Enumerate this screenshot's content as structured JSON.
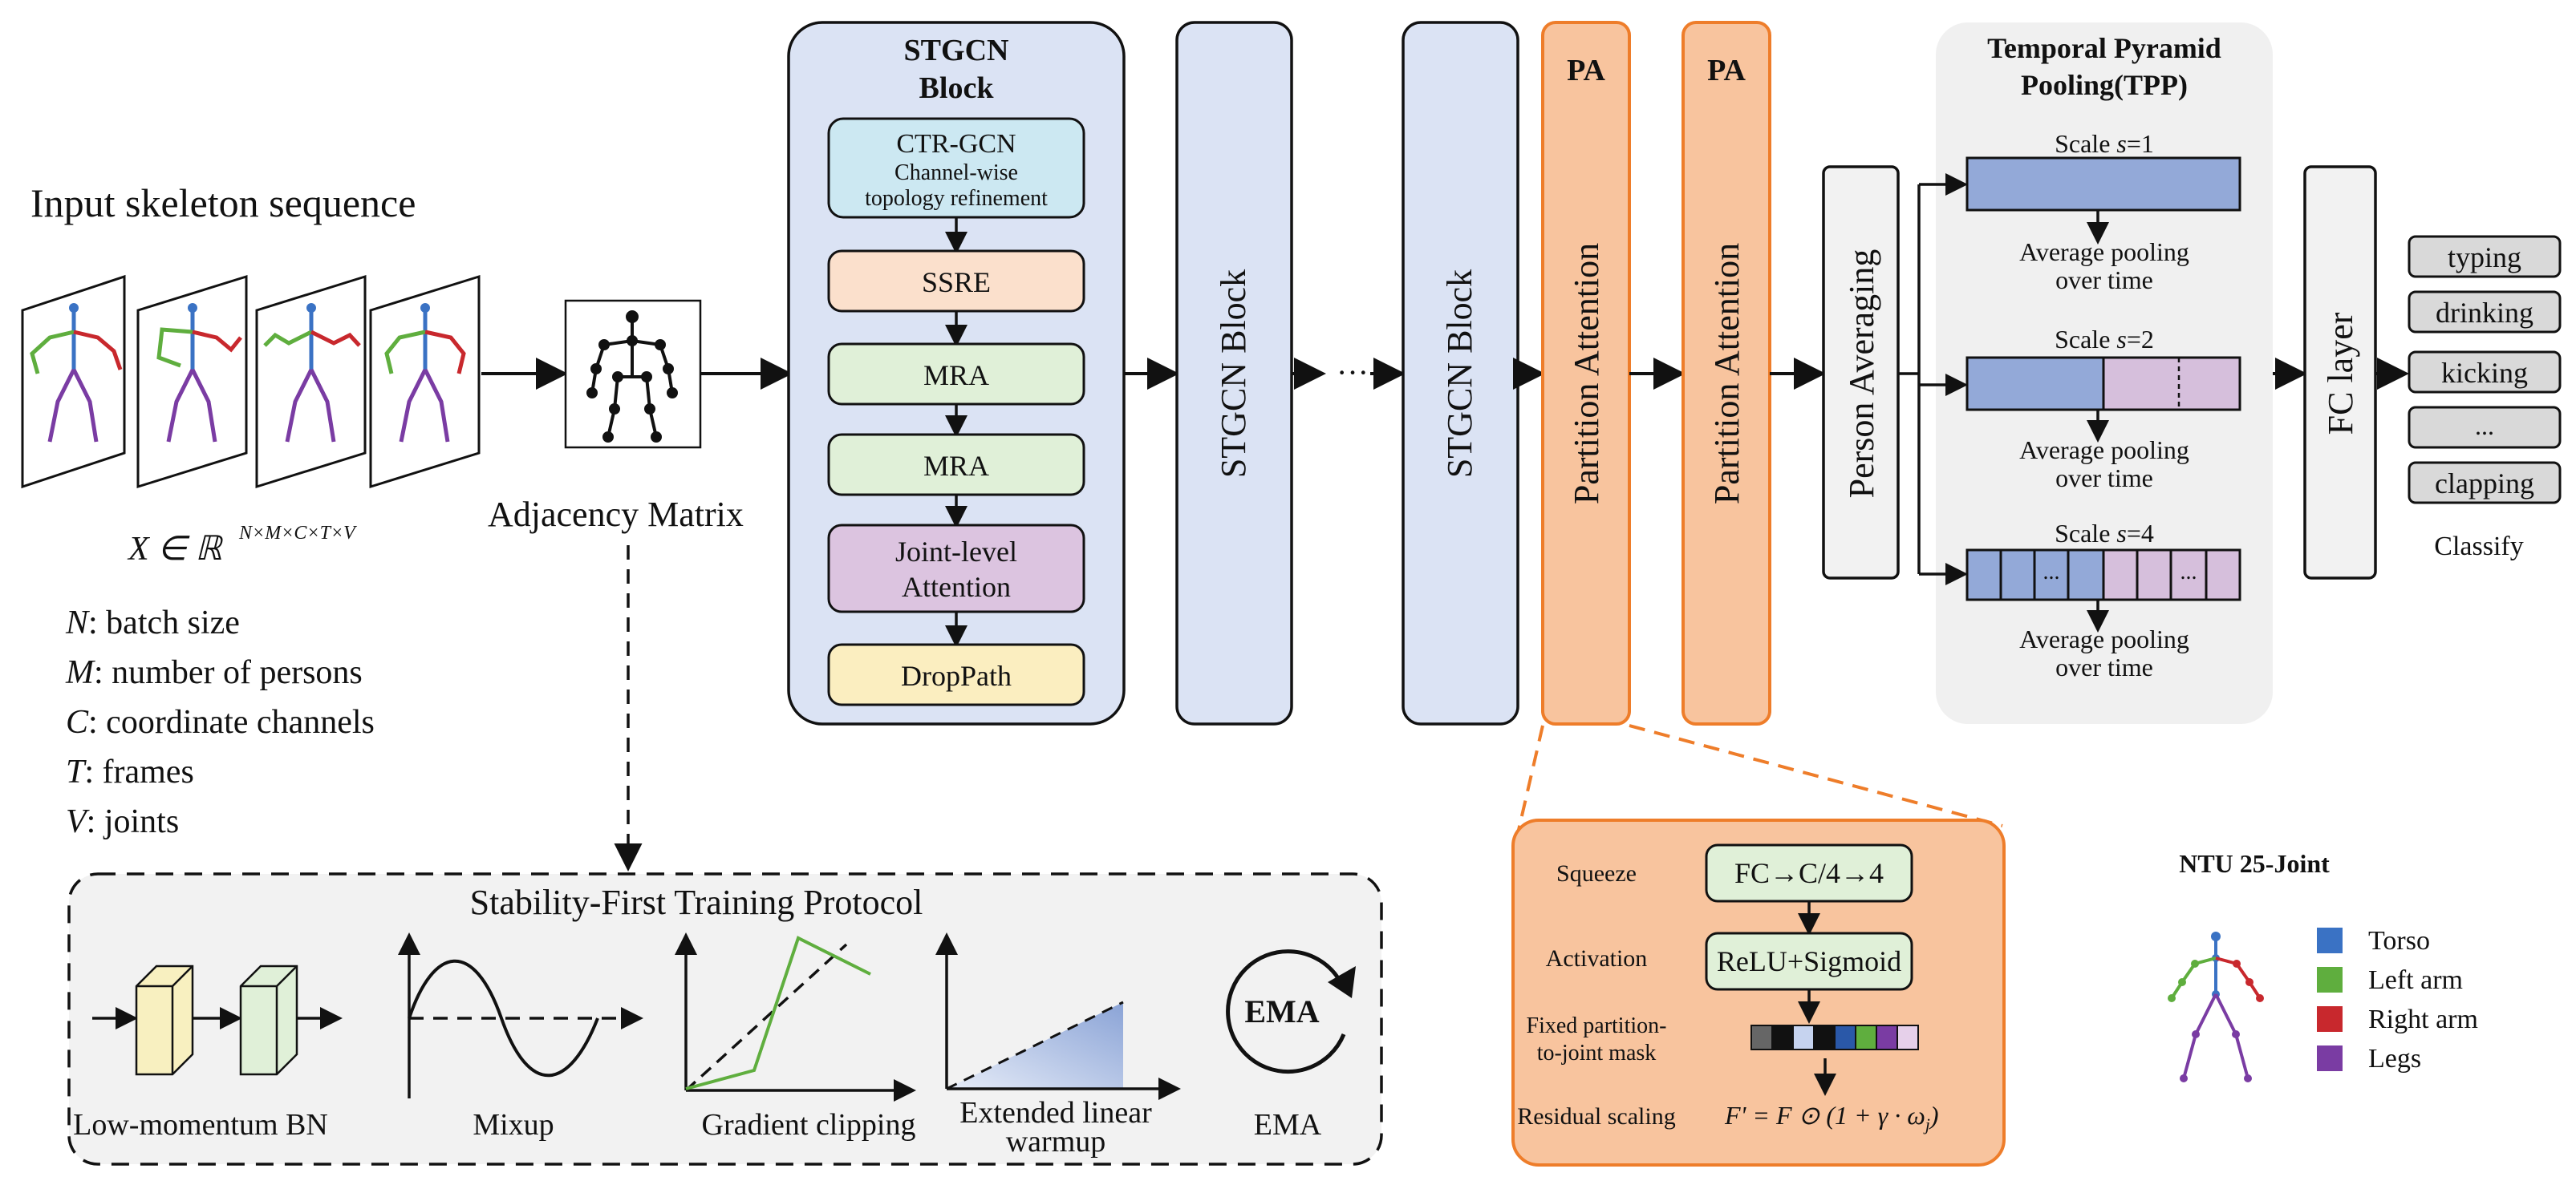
{
  "input": {
    "title": "Input skeleton sequence",
    "formula": "X ∈ ℝ",
    "formula_sup": "N×M×C×T×V",
    "legend": [
      {
        "key": "N",
        "desc": ": batch size"
      },
      {
        "key": "M",
        "desc": ": number of persons"
      },
      {
        "key": "C",
        "desc": ": coordinate channels"
      },
      {
        "key": "T",
        "desc": ": frames"
      },
      {
        "key": "V",
        "desc": ": joints"
      }
    ],
    "adjacency_label": "Adjacency Matrix"
  },
  "stgcn_block": {
    "title_line1": "STGCN",
    "title_line2": "Block",
    "modules": [
      {
        "line1": "CTR-GCN",
        "line2": "Channel-wise",
        "line3": "topology refinement",
        "color": "#cce8f2"
      },
      {
        "line1": "SSRE",
        "color": "#fbe0cc"
      },
      {
        "line1": "MRA",
        "color": "#e0f0d8"
      },
      {
        "line1": "MRA",
        "color": "#e0f0d8"
      },
      {
        "line1": "Joint-level",
        "line2": "Attention",
        "color": "#dcc4e0"
      },
      {
        "line1": "DropPath",
        "color": "#fbeec0"
      }
    ]
  },
  "blocks": {
    "stgcn_label": "STGCN Block",
    "ellipsis": "···",
    "pa_tag": "PA",
    "pa_label": "Partition Attention",
    "person_avg": "Person Averaging",
    "fc_layer": "FC layer"
  },
  "tpp": {
    "title_line1": "Temporal Pyramid",
    "title_line2": "Pooling(TPP)",
    "scales": [
      {
        "label": "Scale s=1",
        "prefix": "Scale ",
        "var": "s",
        "suffix": "=1"
      },
      {
        "label": "Scale s=2",
        "prefix": "Scale ",
        "var": "s",
        "suffix": "=2"
      },
      {
        "label": "Scale s=4",
        "prefix": "Scale ",
        "var": "s",
        "suffix": "=4"
      }
    ],
    "pool_line1": "Average pooling",
    "pool_line2": "over time",
    "cell_ellipsis": "..."
  },
  "classify": {
    "items": [
      "typing",
      "drinking",
      "kicking",
      "...",
      "clapping"
    ],
    "label": "Classify"
  },
  "pa_detail": {
    "rows": [
      {
        "label": "Squeeze",
        "box": "FC→C/4→4"
      },
      {
        "label": "Activation",
        "box": "ReLU+Sigmoid"
      },
      {
        "label_line1": "Fixed partition-",
        "label_line2": "to-joint mask"
      },
      {
        "label": "Residual scaling",
        "formula": "F' = F ⊙ (1 + γ · ω",
        "formula_sub": "j",
        "formula_end": ")"
      }
    ]
  },
  "protocol": {
    "title": "Stability-First Training Protocol",
    "items": [
      "Low-momentum BN",
      "Mixup",
      "Gradient clipping",
      "Extended linear warmup",
      "EMA"
    ],
    "warmup_line1": "Extended linear",
    "warmup_line2": "warmup",
    "ema_icon_label": "EMA"
  },
  "ntu": {
    "title": "NTU 25-Joint",
    "legend": [
      {
        "name": "Torso",
        "color": "#3a72c4"
      },
      {
        "name": "Left arm",
        "color": "#5fae3e"
      },
      {
        "name": "Right arm",
        "color": "#c8282d"
      },
      {
        "name": "Legs",
        "color": "#7a3ca3"
      }
    ]
  },
  "colors": {
    "block_blue": "#dbe3f4",
    "pa_orange": "#f8c49e",
    "pa_border": "#ee7d2a",
    "tpp_bg": "#f0f0f0",
    "bar_blue": "#93a9d8",
    "bar_purple": "#d6bfdc",
    "class_box": "#d9d9d9"
  }
}
